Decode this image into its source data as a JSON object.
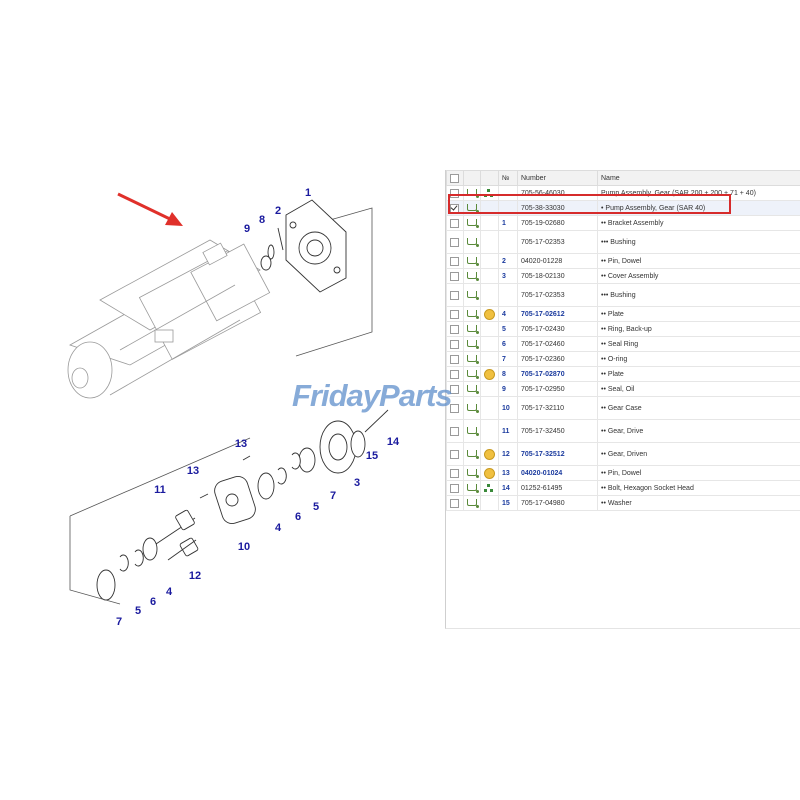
{
  "diagram": {
    "callouts": [
      "1",
      "2",
      "8",
      "9",
      "13",
      "13",
      "11",
      "10",
      "4",
      "6",
      "5",
      "7",
      "3",
      "15",
      "14",
      "7",
      "5",
      "6",
      "4",
      "12"
    ]
  },
  "table": {
    "headers": [
      "",
      "",
      "",
      "№",
      "Number",
      "Name"
    ],
    "rows": [
      {
        "num": "",
        "part": "705-56-46030",
        "name": "Pump Assembly, Gear (SAR 200 + 200 + 71 + 40)",
        "info": false,
        "tree": true,
        "checked": false,
        "link": false
      },
      {
        "num": "",
        "part": "705-38-33030",
        "name": "• Pump Assembly, Gear (SAR 40)",
        "info": false,
        "tree": false,
        "checked": true,
        "link": false
      },
      {
        "num": "1",
        "part": "705-19-02680",
        "name": "•• Bracket Assembly",
        "info": false,
        "tree": false,
        "checked": false,
        "link": false
      },
      {
        "num": "",
        "part": "705-17-02353",
        "name": "••• Bushing",
        "info": false,
        "tree": false,
        "checked": false,
        "link": false
      },
      {
        "num": "2",
        "part": "04020-01228",
        "name": "•• Pin, Dowel",
        "info": false,
        "tree": false,
        "checked": false,
        "link": false
      },
      {
        "num": "3",
        "part": "705-18-02130",
        "name": "•• Cover Assembly",
        "info": false,
        "tree": false,
        "checked": false,
        "link": false
      },
      {
        "num": "",
        "part": "705-17-02353",
        "name": "••• Bushing",
        "info": false,
        "tree": false,
        "checked": false,
        "link": false
      },
      {
        "num": "4",
        "part": "705-17-02612",
        "name": "•• Plate",
        "info": true,
        "tree": false,
        "checked": false,
        "link": true
      },
      {
        "num": "5",
        "part": "705-17-02430",
        "name": "•• Ring, Back-up",
        "info": false,
        "tree": false,
        "checked": false,
        "link": false
      },
      {
        "num": "6",
        "part": "705-17-02460",
        "name": "•• Seal Ring",
        "info": false,
        "tree": false,
        "checked": false,
        "link": false
      },
      {
        "num": "7",
        "part": "705-17-02360",
        "name": "•• O-ring",
        "info": false,
        "tree": false,
        "checked": false,
        "link": false
      },
      {
        "num": "8",
        "part": "705-17-02870",
        "name": "•• Plate",
        "info": true,
        "tree": false,
        "checked": false,
        "link": true
      },
      {
        "num": "9",
        "part": "705-17-02950",
        "name": "•• Seal, Oil",
        "info": false,
        "tree": false,
        "checked": false,
        "link": false
      },
      {
        "num": "10",
        "part": "705-17-32110",
        "name": "•• Gear Case",
        "info": false,
        "tree": false,
        "checked": false,
        "link": false
      },
      {
        "num": "11",
        "part": "705-17-32450",
        "name": "•• Gear, Drive",
        "info": false,
        "tree": false,
        "checked": false,
        "link": false
      },
      {
        "num": "12",
        "part": "705-17-32512",
        "name": "•• Gear, Driven",
        "info": true,
        "tree": false,
        "checked": false,
        "link": true
      },
      {
        "num": "13",
        "part": "04020-01024",
        "name": "•• Pin, Dowel",
        "info": true,
        "tree": false,
        "checked": false,
        "link": true
      },
      {
        "num": "14",
        "part": "01252-61495",
        "name": "•• Bolt, Hexagon Socket Head",
        "info": false,
        "tree": true,
        "checked": false,
        "link": false
      },
      {
        "num": "15",
        "part": "705-17-04980",
        "name": "•• Washer",
        "info": false,
        "tree": false,
        "checked": false,
        "link": false
      }
    ]
  },
  "watermark": "FridayParts",
  "colors": {
    "highlight": "#d62b2b",
    "callout": "#1a1a9e",
    "watermark": "#5f8fcc",
    "arrow": "#e0302a"
  },
  "icons": [
    "red-arrow-icon",
    "cart-icon",
    "info-icon",
    "tree-icon",
    "checkbox-icon"
  ]
}
